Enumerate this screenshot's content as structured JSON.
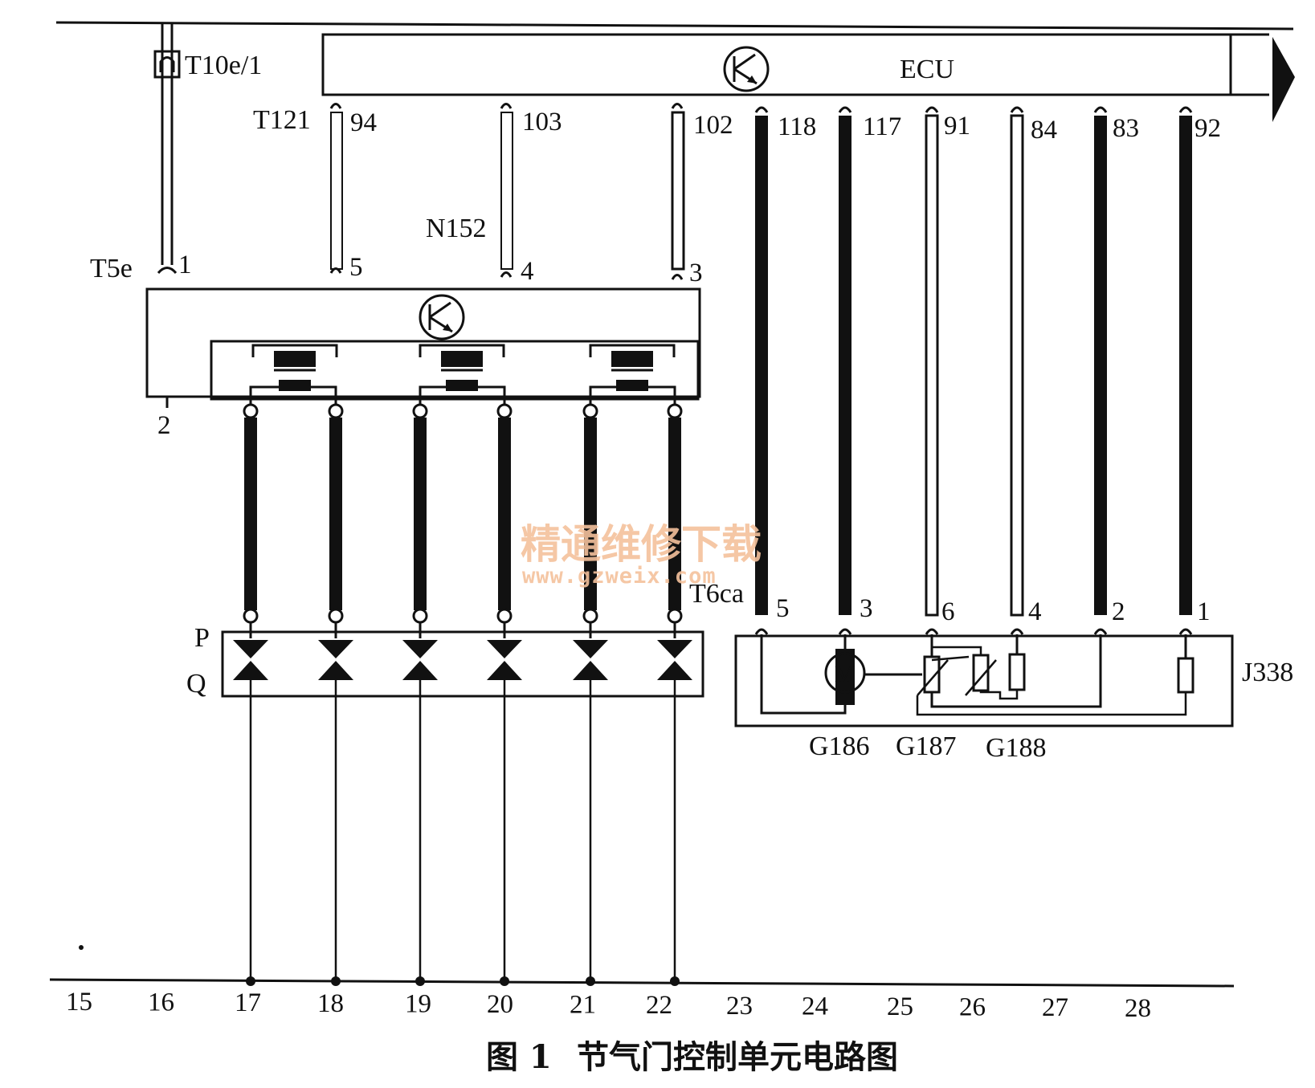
{
  "ecu": {
    "label": "ECU",
    "pins": [
      "94",
      "103",
      "102",
      "118",
      "117",
      "91",
      "84",
      "83",
      "92"
    ],
    "connector": "T121"
  },
  "fuse_connector": "T10e/1",
  "driver_module": {
    "connector": "T5e",
    "pins": [
      "1",
      "5",
      "4",
      "3"
    ],
    "ground_pin": "2",
    "label": "N152"
  },
  "coil_block": {
    "terminal_top": "P",
    "terminal_bottom": "Q"
  },
  "throttle_unit": {
    "connector": "T6ca",
    "pins": [
      "5",
      "3",
      "6",
      "4",
      "2",
      "1"
    ],
    "label": "J338",
    "components": [
      "G186",
      "G187",
      "G188"
    ],
    "motor_symbol": "M"
  },
  "ruler": [
    "15",
    "16",
    "17",
    "18",
    "19",
    "20",
    "21",
    "22",
    "23",
    "24",
    "25",
    "26",
    "27",
    "28"
  ],
  "watermark": {
    "cn": "精通维修下载",
    "url": "www.gzweix.com"
  },
  "caption": {
    "fig": "图 1",
    "title": "节气门控制单元电路图"
  },
  "colors": {
    "line": "#111111",
    "watermark": "#f4c19c"
  }
}
